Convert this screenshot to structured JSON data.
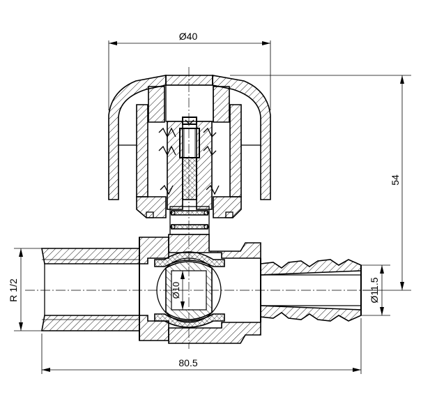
{
  "dimensions": {
    "knob_diameter": "Ø40",
    "height": "54",
    "thread": "R 1/2",
    "bore_diameter": "Ø10",
    "hose_nozzle_diameter": "Ø11.5",
    "overall_length": "80.5"
  }
}
